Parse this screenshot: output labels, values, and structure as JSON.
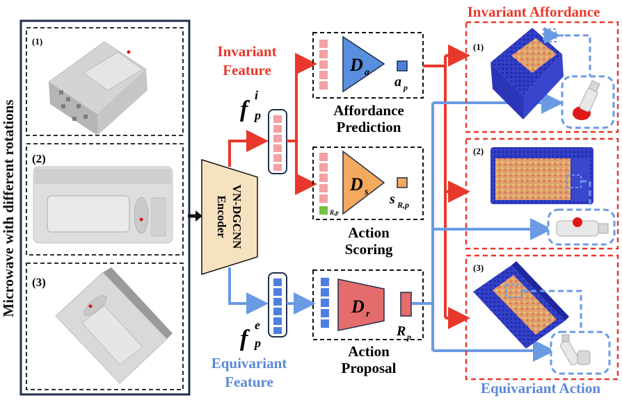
{
  "left_panel": {
    "vertical_label": "Microwave with different rotations",
    "views": [
      {
        "index": "(1)"
      },
      {
        "index": "(2)"
      },
      {
        "index": "(3)"
      }
    ]
  },
  "encoder": {
    "line1": "VN-DGCNN",
    "line2": "Encoder"
  },
  "invariant_feature": {
    "line1": "Invariant",
    "line2": "Feature",
    "symbol": "f",
    "sup": "i",
    "sub": "p"
  },
  "equivariant_feature": {
    "line1": "Equivariant",
    "line2": "Feature",
    "symbol": "f",
    "sup": "e",
    "sub": "p"
  },
  "modules": {
    "affordance": {
      "net": "D",
      "net_sub": "a",
      "out": "a",
      "out_sub": "p",
      "line1": "Affordance",
      "line2": "Prediction"
    },
    "scoring": {
      "net": "D",
      "net_sub": "s",
      "out": "s",
      "out_sub": "R,p",
      "in_sub": "R,p",
      "line1": "Action",
      "line2": "Scoring"
    },
    "proposal": {
      "net": "D",
      "net_sub": "r",
      "out": "R",
      "out_sub": "p",
      "line1": "Action",
      "line2": "Proposal"
    }
  },
  "right_panel": {
    "top_title": "Invariant Affordance",
    "bottom_title": "Equivariant Action",
    "items": [
      {
        "index": "(1)"
      },
      {
        "index": "(2)"
      },
      {
        "index": "(3)"
      }
    ]
  },
  "colors": {
    "red": "#e8382b",
    "blue": "#6a9ae4",
    "navy": "#1e2e4a",
    "encoder_fill": "#f7e2c0",
    "pink": "#f2a1a5",
    "affordance_net": "#5a8fe0",
    "scoring_net": "#f3a95e",
    "proposal_net": "#e46c6c",
    "green": "#77c043"
  }
}
